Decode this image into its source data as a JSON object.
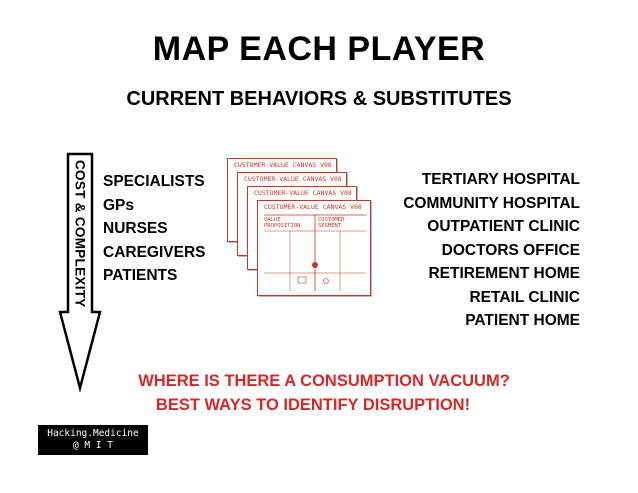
{
  "slide": {
    "title": "MAP EACH PLAYER",
    "subtitle": "CURRENT BEHAVIORS & SUBSTITUTES"
  },
  "arrow": {
    "label": "COST & COMPLEXITY"
  },
  "players": [
    "SPECIALISTS",
    "GPs",
    "NURSES",
    "CAREGIVERS",
    "PATIENTS"
  ],
  "settings": [
    "TERTIARY HOSPITAL",
    "COMMUNITY HOSPITAL",
    "OUTPATIENT CLINIC",
    "DOCTORS OFFICE",
    "RETIREMENT HOME",
    "RETAIL CLINIC",
    "PATIENT HOME"
  ],
  "canvas_illustration": {
    "card_title": "CUSTOMER-VALUE CANVAS V08",
    "value_proposition": "VALUE PROPOSITION",
    "customer_segment": "CUSTOMER SEGMENT"
  },
  "questions": {
    "line1": "WHERE IS THERE A CONSUMPTION VACUUM?",
    "line2": "BEST WAYS TO IDENTIFY DISRUPTION!"
  },
  "logo": {
    "line1": "Hacking.Medicine",
    "line2": "@ M I T"
  },
  "colors": {
    "accent_red": "#d62828",
    "sketch_red": "#c0392b"
  }
}
